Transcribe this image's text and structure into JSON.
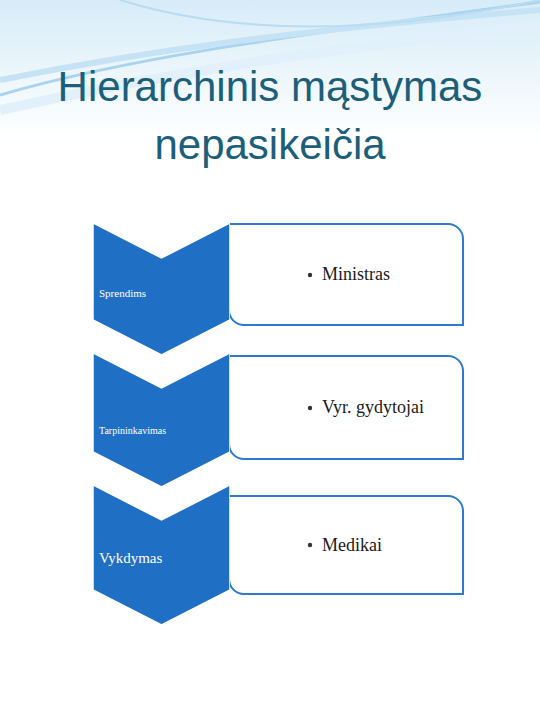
{
  "diagram": {
    "title": "Hierarchinis mąstymas nepasikeičia",
    "nodes": [
      {
        "text": [
          "Sprendims"
        ]
      },
      {
        "text": [
          "Ministras"
        ]
      },
      {
        "text": [
          "Tarpininkavimas"
        ]
      },
      {
        "text": [
          "Vyr. gydytojai"
        ]
      },
      {
        "text": [
          "Vykdymas"
        ]
      },
      {
        "text": [
          "Medikai"
        ]
      }
    ]
  }
}
